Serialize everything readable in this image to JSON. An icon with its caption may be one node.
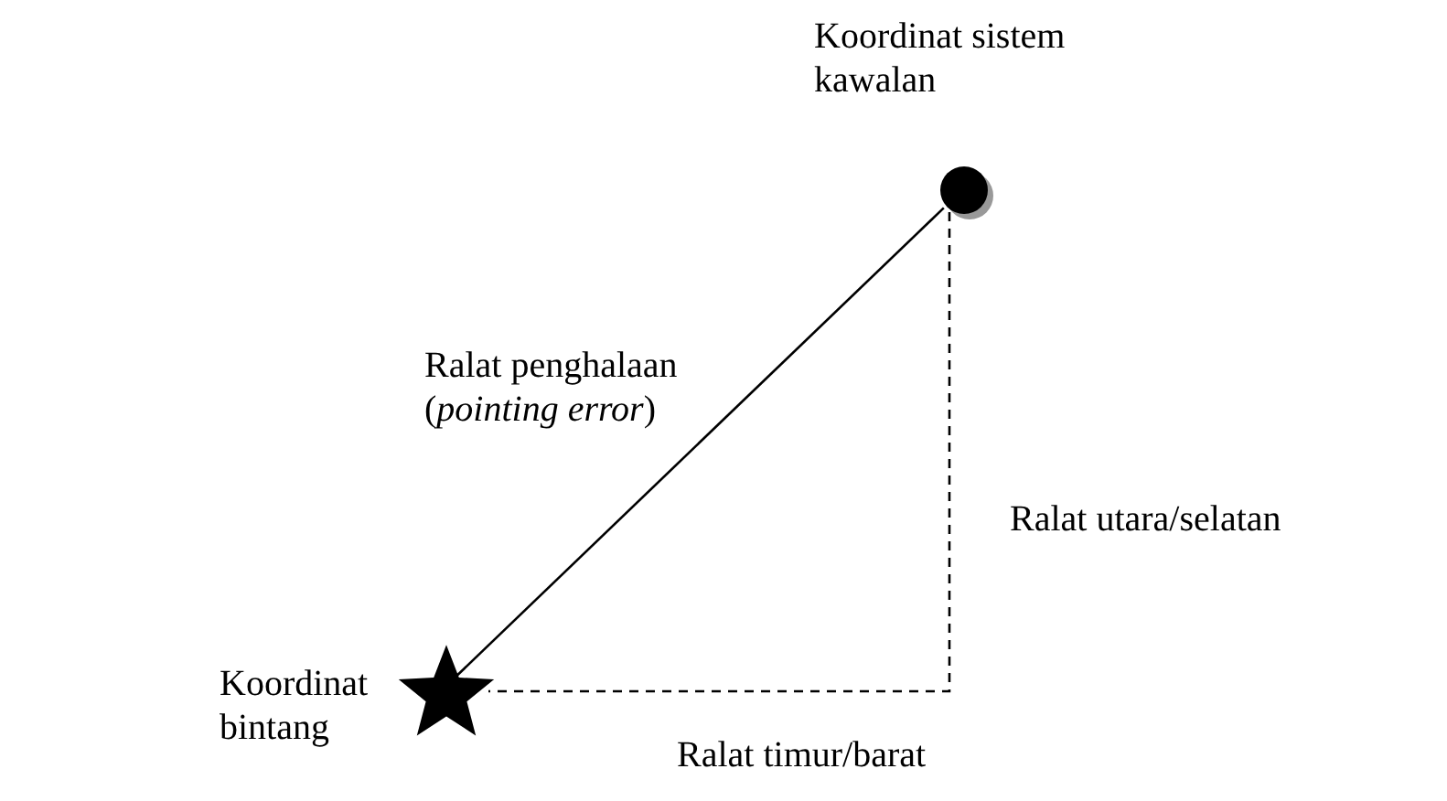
{
  "diagram": {
    "nodes": [
      {
        "text": [
          "Koordinat sistem kawalan"
        ]
      },
      {
        "text": [],
        "shape": "star",
        "beside": [
          "Koordinat bintang"
        ]
      }
    ],
    "edges": [
      {
        "from": 0,
        "to": 1,
        "arrow": "none",
        "label": "Ralat penghalaan (*pointing error*)"
      },
      {
        "from": 0,
        "to": 1,
        "arrow": "none",
        "style": "dashed"
      }
    ],
    "labels": [
      "Ralat utara/selatan",
      "Ralat timur/barat"
    ]
  }
}
